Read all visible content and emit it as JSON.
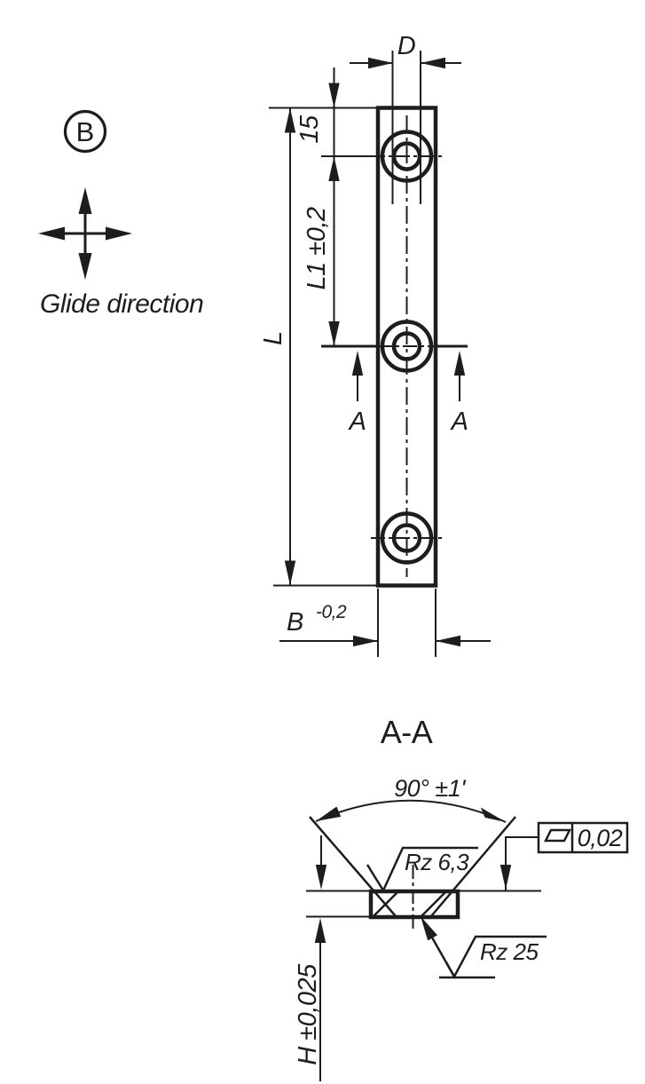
{
  "colors": {
    "ink": "#1d1d1b",
    "paper": "#ffffff"
  },
  "legend": {
    "datum_label": "B",
    "glide_direction": "Glide direction",
    "icons": {
      "glide_cross": "four-way-arrows",
      "datum": "circled-letter"
    }
  },
  "main_view": {
    "dim_hole_diameter": "D",
    "dim_hole_offset_top": "15",
    "dim_hole_spacing": "L1 ±0,2",
    "dim_length": "L",
    "dim_width": "B",
    "dim_width_tolerance": "-0,2",
    "section_label_left": "A",
    "section_label_right": "A"
  },
  "section_view": {
    "title": "A-A",
    "dim_flank_angle": "90° ±1'",
    "surface_finish_top": "Rz 6,3",
    "surface_finish_bottom": "Rz 25",
    "flatness_tolerance": "0,02",
    "dim_height": "H ±0,025",
    "icons": {
      "flatness": "parallelogram",
      "surface_finish": "check-mark"
    }
  }
}
